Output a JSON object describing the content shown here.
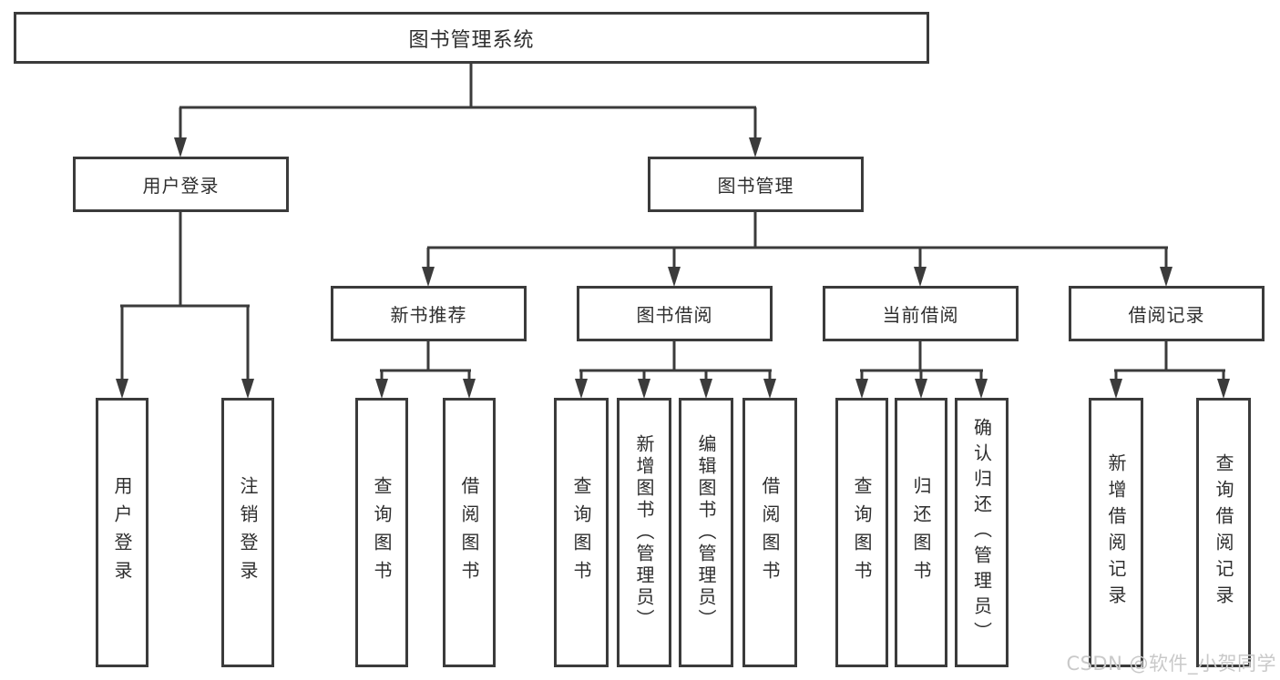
{
  "colors": {
    "line": "#3b3b3b",
    "text": "#2e2e2e",
    "box_background": "#ffffff",
    "page_background": "#ffffff",
    "watermark": "#c9c9c9"
  },
  "tree": {
    "root": {
      "label": "图书管理系统",
      "children": [
        {
          "label": "用户登录",
          "children": [
            {
              "label": "用户登录"
            },
            {
              "label": "注销登录"
            }
          ]
        },
        {
          "label": "图书管理",
          "children": [
            {
              "label": "新书推荐",
              "children": [
                {
                  "label": "查询图书"
                },
                {
                  "label": "借阅图书"
                }
              ]
            },
            {
              "label": "图书借阅",
              "children": [
                {
                  "label": "查询图书"
                },
                {
                  "label": "新增图书（管理员）"
                },
                {
                  "label": "编辑图书（管理员）"
                },
                {
                  "label": "借阅图书"
                }
              ]
            },
            {
              "label": "当前借阅",
              "children": [
                {
                  "label": "查询图书"
                },
                {
                  "label": "归还图书"
                },
                {
                  "label": "确认归还（管理员）"
                }
              ]
            },
            {
              "label": "借阅记录",
              "children": [
                {
                  "label": "新增借阅记录"
                },
                {
                  "label": "查询借阅记录"
                }
              ]
            }
          ]
        }
      ]
    }
  },
  "watermark": {
    "text": "CSDN @软件_小贺同学"
  }
}
